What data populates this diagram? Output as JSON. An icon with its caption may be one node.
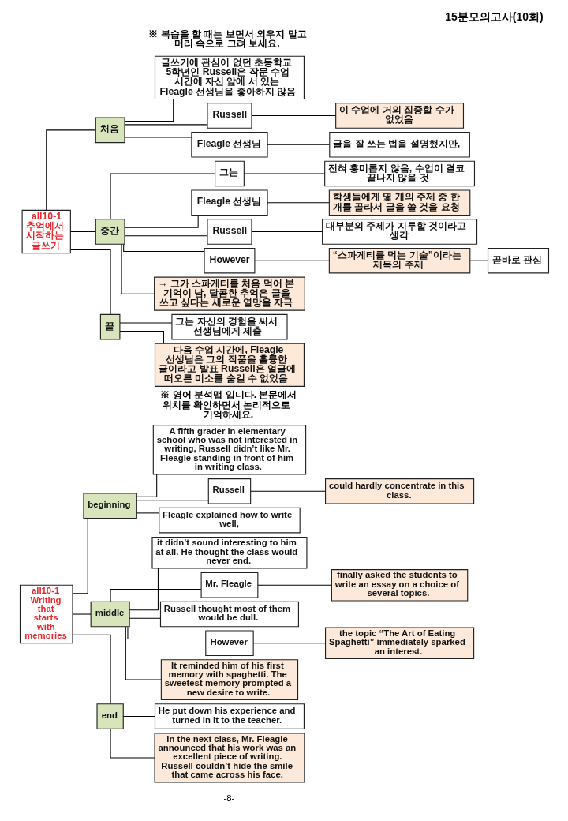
{
  "diagram": {
    "title": "15분모의고사(10회)",
    "nodes": [
      {
        "text": [
          "all10-1 추억에서 시작하는 글쓰기"
        ]
      },
      {
        "text": [
          "처음"
        ]
      },
      {
        "text": [
          "글쓰기에 관심이 없던 초등학교 5학년인 Russell은 작문 수업 시간에 자신 앞에 서 있는 Fleagle 선생님을 좋아하지 않음"
        ]
      },
      {
        "text": [
          "Russell"
        ]
      },
      {
        "text": [
          "이 수업에 거의 집중할 수가 없었음"
        ]
      },
      {
        "text": [
          "Fleagle 선생님"
        ]
      },
      {
        "text": [
          "글을 잘 쓰는 법을 설명했지만,"
        ]
      },
      {
        "text": [
          "중간"
        ]
      },
      {
        "text": [
          "그는"
        ]
      },
      {
        "text": [
          "전혀 흥미롭지 않음, 수업이 결코 끝나지 않을 것"
        ]
      },
      {
        "text": [
          "Fleagle 선생님"
        ]
      },
      {
        "text": [
          "학생들에게 몇 개의 주제 중 한 개를 골라서 글을 쓸 것을 요청"
        ]
      },
      {
        "text": [
          "Russell"
        ]
      },
      {
        "text": [
          "대부분의 주제가 지루할 것이라고 생각"
        ]
      },
      {
        "text": [
          "However"
        ]
      },
      {
        "text": [
          "“스파게티를 먹는 기술”이라는 제목의 주제"
        ]
      },
      {
        "text": [
          "곧바로 관심"
        ]
      },
      {
        "text": [
          "→ 그가 스파게티를 처음 먹어 본 기억이 남, 달콤한 추억은 글을 쓰고 싶다는 새로운 열망을 자극"
        ]
      },
      {
        "text": [
          "끝"
        ]
      },
      {
        "text": [
          "그는 자신의 경험을 써서 선생님에게 제출"
        ]
      },
      {
        "text": [
          "다음 수업 시간에, Fleagle 선생님은 그의 작품을 훌륭한 글이라고 발표 Russell은 얼굴에 떠오른 미소를 숨길 수 없었음"
        ]
      },
      {
        "text": [
          "all10-1 Writing that starts with memories"
        ]
      },
      {
        "text": [
          "beginning"
        ]
      },
      {
        "text": [
          "A fifth grader in elementary school who was not interested in writing, Russell didn’t like Mr. Fleagle standing in front of him in writing class."
        ]
      },
      {
        "text": [
          "Russell"
        ]
      },
      {
        "text": [
          "could hardly concentrate in this class."
        ]
      },
      {
        "text": [
          "Fleagle explained how to write well,"
        ]
      },
      {
        "text": [
          "middle"
        ]
      },
      {
        "text": [
          "it didn’t sound interesting to him at all. He thought the class would never end."
        ]
      },
      {
        "text": [
          "Mr. Fleagle"
        ]
      },
      {
        "text": [
          "finally asked the students to write an essay on a choice of several topics."
        ]
      },
      {
        "text": [
          "Russell thought most of them would be dull."
        ]
      },
      {
        "text": [
          "However"
        ]
      },
      {
        "text": [
          "the topic “The Art of Eating Spaghetti” immediately sparked an interest."
        ]
      },
      {
        "text": [
          "It reminded him of his first memory with spaghetti. The sweetest memory prompted a new desire to write."
        ]
      },
      {
        "text": [
          "end"
        ]
      },
      {
        "text": [
          "He put down his experience and turned in it to the teacher."
        ]
      },
      {
        "text": [
          "In the next class, Mr. Fleagle announced that his work was an excellent piece of writing. Russell couldn’t hide the smile that came across his face."
        ]
      }
    ],
    "edges": [
      {
        "from": 0,
        "to": 1,
        "arrow": "none"
      },
      {
        "from": 0,
        "to": 7,
        "arrow": "none"
      },
      {
        "from": 0,
        "to": 18,
        "arrow": "none"
      },
      {
        "from": 1,
        "to": 2,
        "arrow": "none"
      },
      {
        "from": 1,
        "to": 3,
        "arrow": "none"
      },
      {
        "from": 1,
        "to": 5,
        "arrow": "none"
      },
      {
        "from": 3,
        "to": 4,
        "arrow": "none"
      },
      {
        "from": 5,
        "to": 6,
        "arrow": "none"
      },
      {
        "from": 7,
        "to": 8,
        "arrow": "none"
      },
      {
        "from": 7,
        "to": 10,
        "arrow": "none"
      },
      {
        "from": 7,
        "to": 12,
        "arrow": "none"
      },
      {
        "from": 7,
        "to": 14,
        "arrow": "none"
      },
      {
        "from": 7,
        "to": 17,
        "arrow": "none"
      },
      {
        "from": 8,
        "to": 9,
        "arrow": "none"
      },
      {
        "from": 10,
        "to": 11,
        "arrow": "none"
      },
      {
        "from": 12,
        "to": 13,
        "arrow": "none"
      },
      {
        "from": 14,
        "to": 15,
        "arrow": "none"
      },
      {
        "from": 15,
        "to": 16,
        "arrow": "none"
      },
      {
        "from": 18,
        "to": 19,
        "arrow": "none"
      },
      {
        "from": 18,
        "to": 20,
        "arrow": "none"
      },
      {
        "from": 21,
        "to": 22,
        "arrow": "none"
      },
      {
        "from": 21,
        "to": 27,
        "arrow": "none"
      },
      {
        "from": 21,
        "to": 35,
        "arrow": "none"
      },
      {
        "from": 22,
        "to": 23,
        "arrow": "none"
      },
      {
        "from": 22,
        "to": 24,
        "arrow": "none"
      },
      {
        "from": 22,
        "to": 26,
        "arrow": "none"
      },
      {
        "from": 24,
        "to": 25,
        "arrow": "none"
      },
      {
        "from": 27,
        "to": 28,
        "arrow": "none"
      },
      {
        "from": 27,
        "to": 29,
        "arrow": "none"
      },
      {
        "from": 27,
        "to": 31,
        "arrow": "none"
      },
      {
        "from": 27,
        "to": 32,
        "arrow": "none"
      },
      {
        "from": 27,
        "to": 34,
        "arrow": "none"
      },
      {
        "from": 29,
        "to": 30,
        "arrow": "none"
      },
      {
        "from": 32,
        "to": 33,
        "arrow": "none"
      },
      {
        "from": 35,
        "to": 36,
        "arrow": "none"
      },
      {
        "from": 35,
        "to": 37,
        "arrow": "none"
      }
    ],
    "labels": [
      "※ 복습을 할 때는 보면서 외우지 말고 머리 속으로 그려 보세요.",
      "※ 영어 분석맵 입니다. 본문에서 위치를 확인하면서 논리적으로 기억하세요.",
      "-8-"
    ]
  }
}
